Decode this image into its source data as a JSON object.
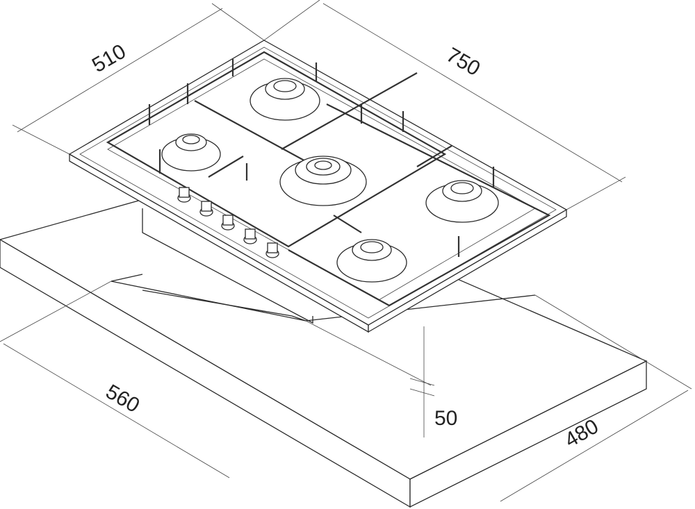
{
  "title": "Gas hob installation dimensions",
  "dimensions": {
    "hob_depth": "510",
    "hob_width": "750",
    "cutout_width": "560",
    "cutout_depth": "480",
    "installation_height": "50"
  },
  "burners": [
    "rear-center",
    "rear-left",
    "center-triple-ring",
    "right",
    "front-center"
  ],
  "knob_count": 5
}
